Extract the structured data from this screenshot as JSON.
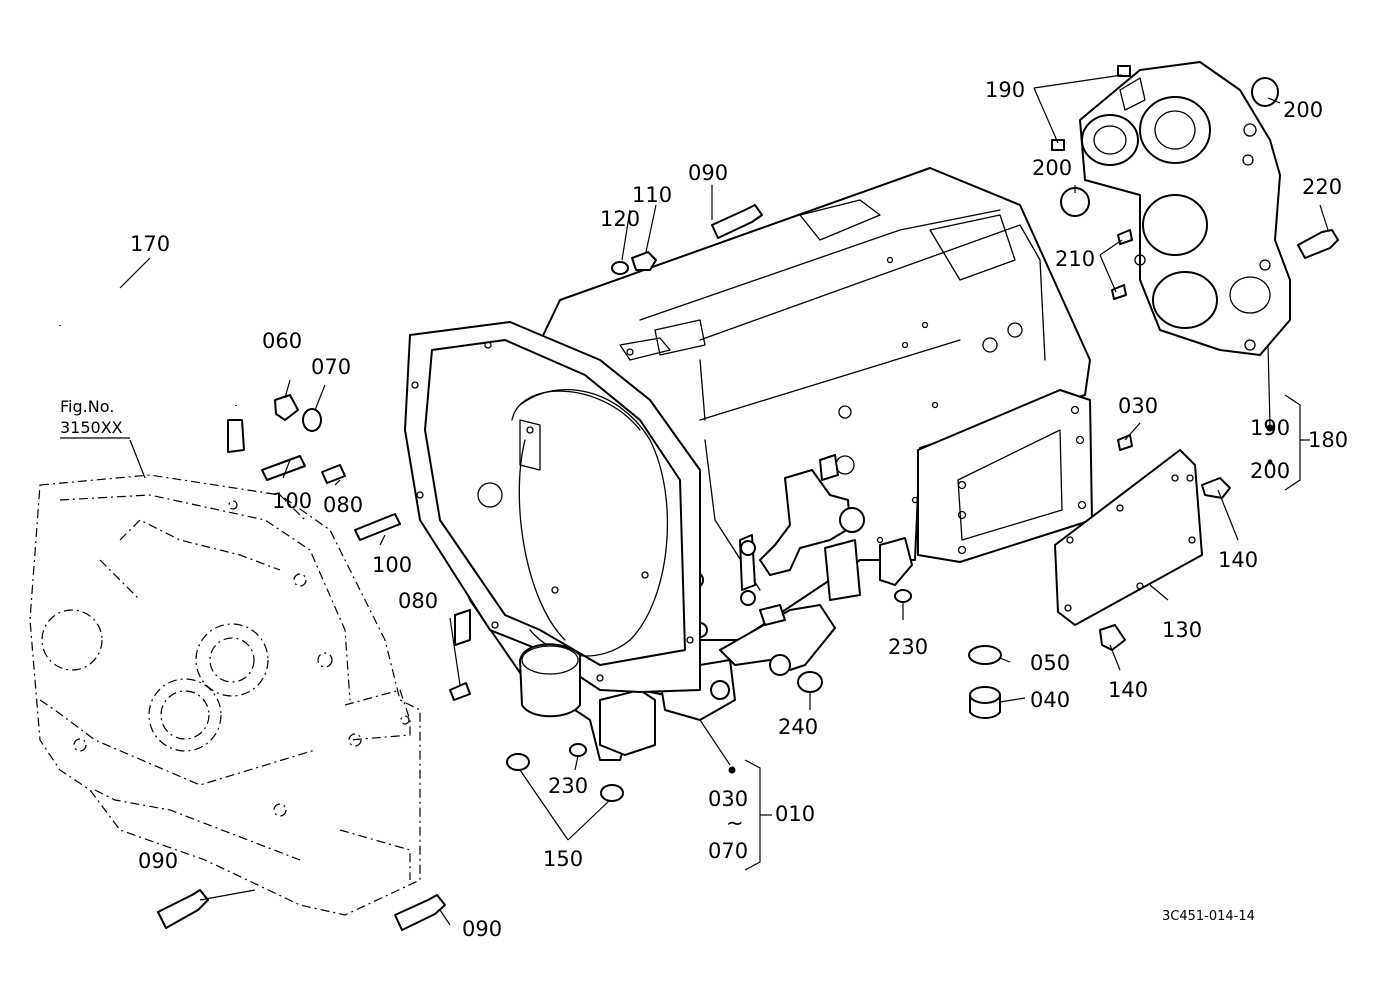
{
  "labels": {
    "l010": "010",
    "l030a": "030",
    "l030b": "030",
    "l040": "040",
    "l050": "050",
    "l060": "060",
    "l070a": "070",
    "l070b": "070",
    "l080a": "080",
    "l080b": "080",
    "l090a": "090",
    "l090b": "090",
    "l090c": "090",
    "l100a": "100",
    "l100b": "100",
    "l110": "110",
    "l120": "120",
    "l130": "130",
    "l140a": "140",
    "l140b": "140",
    "l150": "150",
    "l170": "170",
    "l180": "180",
    "l190a": "190",
    "l190b": "190",
    "l200a": "200",
    "l200b": "200",
    "l200c": "200",
    "l210": "210",
    "l220": "220",
    "l230a": "230",
    "l230b": "230",
    "l240": "240",
    "tilde": "~"
  },
  "fig_reference": {
    "line1": "Fig.No.",
    "line2": "3150XX"
  },
  "drawing_code": "3C451-014-14"
}
